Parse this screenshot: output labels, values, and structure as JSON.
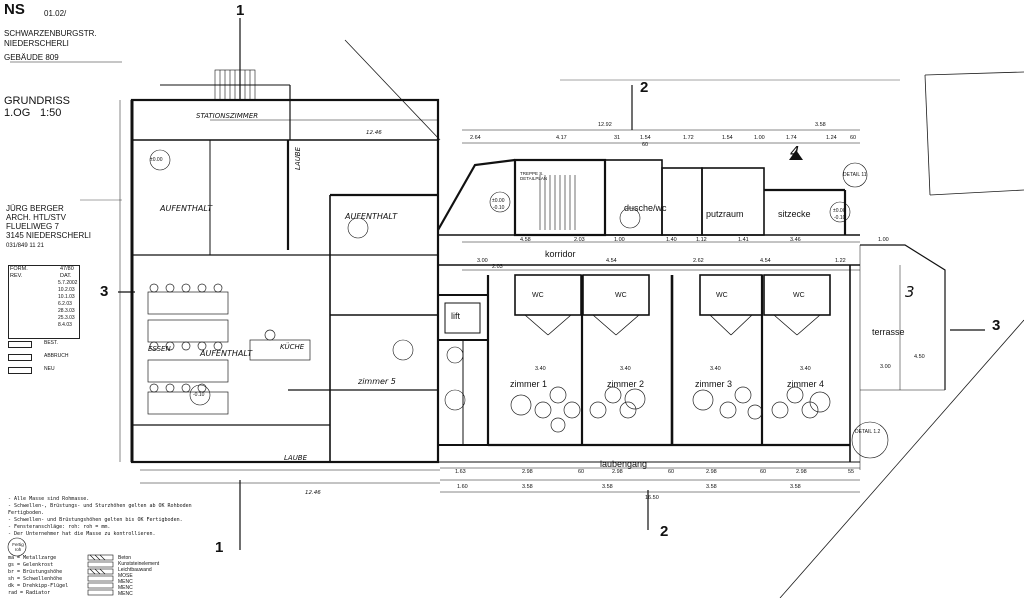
{
  "title_block": {
    "code": "NS",
    "code_number": "01.02/",
    "street": "SCHWARZENBURGSTR.",
    "place": "NIEDERSCHERLI",
    "building": "GEBÄUDE 809",
    "plan_title": "GRUNDRISS",
    "floor": "1.OG",
    "scale": "1:50",
    "architect_name": "JÜRG BERGER",
    "architect_title": "ARCH. HTL/STV",
    "architect_street": "FLUELIWEG 7",
    "architect_city": "3145 NIEDERSCHERLI",
    "architect_number": "031/849 11 21"
  },
  "form_table": {
    "form_label": "FORM.",
    "form_value": "47/80",
    "rev_label": "REV.",
    "dat_label": "DAT.",
    "dates": [
      "5.7.2002",
      "10.2.03",
      "10.1.03",
      "6.2.03",
      "28.3.03",
      "25.3.03",
      "8.4.03"
    ],
    "bestell_label": "BEST.",
    "abbruch_label": "ABBRUCH",
    "neu_label": "NEU"
  },
  "rooms": {
    "korridor": "korridor",
    "dusche_wc": "dusche/wc",
    "putzraum": "putzraum",
    "sitzecke": "sitzecke",
    "lift": "lift",
    "zimmer_1": "zimmer 1",
    "zimmer_2": "zimmer 2",
    "zimmer_3": "zimmer 3",
    "zimmer_4": "zimmer 4",
    "laubengang": "laubengang",
    "terrasse": "terrasse",
    "wc": "WC",
    "aufenthalt_1": "AUFENTHALT",
    "aufenthalt_2": "AUFENTHALT",
    "aufenthalt_3": "AUFENTHALT",
    "zimmer_5": "zimmer 5",
    "stationszimmer": "STATIONSZIMMER",
    "laube": "LAUBE",
    "essen": "ESSEN",
    "kueche": "KÜCHE"
  },
  "sections": {
    "s1_top": "1",
    "s1_bottom": "1",
    "s2_top": "2",
    "s2_bottom": "2",
    "s3_left": "3",
    "s3_right": "3",
    "s3_right_hand": "3",
    "s4": "4"
  },
  "details": {
    "detail_11": "DETAIL 11",
    "detail_12": "DETAIL 1.2",
    "treppe": "TREPPE S. DETAILPLAN"
  },
  "elevations": {
    "e1": "±0.00",
    "e2": "-0.10",
    "e3": "±0.00",
    "e4": "-0.10",
    "e5": "±0.00",
    "e6": "-0.10"
  },
  "dimensions": {
    "top_total": "12.92",
    "top_segments": [
      "2.64",
      "4.17",
      "31",
      "1.54",
      "60",
      "1.72",
      "1.54",
      "1.00",
      "1.74",
      "1.24",
      "60"
    ],
    "right_total": "3.58",
    "row2": [
      "4.58",
      "2.03",
      "1.00",
      "1.40",
      "1.12",
      "1.41",
      "3.46",
      "1.00"
    ],
    "row3": [
      "3.00",
      "2.03",
      "4.54",
      "2.62",
      "4.54",
      "1.22"
    ],
    "room_widths": [
      "3.40",
      "3.40",
      "3.40",
      "3.40"
    ],
    "bottom_1": [
      "1.63",
      "2.98",
      "60",
      "2.98",
      "60",
      "2.98",
      "60",
      "2.98",
      "55"
    ],
    "bottom_2": [
      "1.60",
      "3.58",
      "3.58",
      "3.58",
      "3.58"
    ],
    "bottom_total": "16.50",
    "left_total_top": "12.46",
    "left_total_bottom": "12.46",
    "right_dims": [
      "4.50",
      "3.00"
    ]
  },
  "notes": [
    "- Alle Masse sind Rohmasse.",
    "- Schwellen-, Brüstungs- und Sturzhöhen gelten ab OK Rohboden",
    "  Fertigboden.",
    "- Schwellen- und Brüstungshöhen gelten bis OK Fertigboden.",
    "- Fensteranschläge: roh: roh = mm.",
    "- Der Unternehmer hat die Masse zu kontrollieren."
  ],
  "legend_left": [
    "ma = Metallzarge",
    "gs = Gelenkrost",
    "br = Brüstungshöhe",
    "sh = Schwellenhöhe",
    "dk = Drehkipp-Flügel",
    "rad = Radiator"
  ],
  "legend_right": [
    "Beton",
    "Kunststeinelement",
    "Leichtbauwand",
    "MOSE",
    "MENC",
    "MENC",
    "MENC"
  ],
  "fertig_label": "Fertig roh"
}
